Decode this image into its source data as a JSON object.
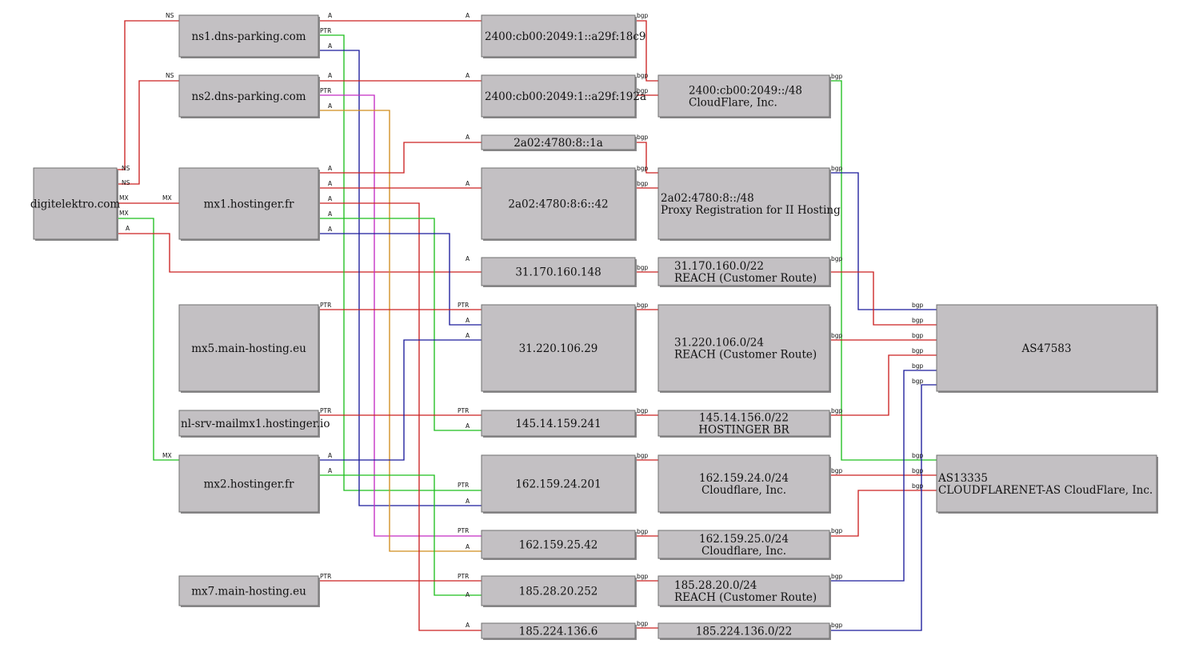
{
  "graph": {
    "colors": {
      "red": "#cc2222",
      "green": "#1fbf1f",
      "blue": "#1c1c9c",
      "magenta": "#c42cc4",
      "orange": "#d18d1f"
    },
    "nodes": [
      {
        "id": "digitelektro",
        "lines": [
          "digitelektro.com"
        ]
      },
      {
        "id": "ns1",
        "lines": [
          "ns1.dns-parking.com"
        ]
      },
      {
        "id": "ns2",
        "lines": [
          "ns2.dns-parking.com"
        ]
      },
      {
        "id": "mx1",
        "lines": [
          "mx1.hostinger.fr"
        ]
      },
      {
        "id": "mx5",
        "lines": [
          "mx5.main-hosting.eu"
        ]
      },
      {
        "id": "nlsrv",
        "lines": [
          "nl-srv-mailmx1.hostinger.io"
        ]
      },
      {
        "id": "mx2",
        "lines": [
          "mx2.hostinger.fr"
        ]
      },
      {
        "id": "mx7",
        "lines": [
          "mx7.main-hosting.eu"
        ]
      },
      {
        "id": "ip6a",
        "lines": [
          "2400:cb00:2049:1::a29f:18c9"
        ]
      },
      {
        "id": "ip6b",
        "lines": [
          "2400:cb00:2049:1::a29f:192a"
        ]
      },
      {
        "id": "ip6c",
        "lines": [
          "2a02:4780:8::1a"
        ]
      },
      {
        "id": "ip6d",
        "lines": [
          "2a02:4780:8:6::42"
        ]
      },
      {
        "id": "ip31a",
        "lines": [
          "31.170.160.148"
        ]
      },
      {
        "id": "ip31b",
        "lines": [
          "31.220.106.29"
        ]
      },
      {
        "id": "ip145",
        "lines": [
          "145.14.159.241"
        ]
      },
      {
        "id": "ip162a",
        "lines": [
          "162.159.24.201"
        ]
      },
      {
        "id": "ip162b",
        "lines": [
          "162.159.25.42"
        ]
      },
      {
        "id": "ip185a",
        "lines": [
          "185.28.20.252"
        ]
      },
      {
        "id": "ip185b",
        "lines": [
          "185.224.136.6"
        ]
      },
      {
        "id": "pfx2400",
        "lines": [
          "2400:cb00:2049::/48",
          "CloudFlare, Inc."
        ]
      },
      {
        "id": "pfx2a02",
        "lines": [
          "2a02:4780:8::/48",
          "Proxy Registration for II Hosting"
        ]
      },
      {
        "id": "pfx31a",
        "lines": [
          "31.170.160.0/22",
          "REACH (Customer Route)"
        ]
      },
      {
        "id": "pfx31b",
        "lines": [
          "31.220.106.0/24",
          "REACH (Customer Route)"
        ]
      },
      {
        "id": "pfx145",
        "lines": [
          "145.14.156.0/22",
          "HOSTINGER BR"
        ]
      },
      {
        "id": "pfx162a",
        "lines": [
          "162.159.24.0/24",
          "Cloudflare, Inc."
        ]
      },
      {
        "id": "pfx162b",
        "lines": [
          "162.159.25.0/24",
          "Cloudflare, Inc."
        ]
      },
      {
        "id": "pfx185a",
        "lines": [
          "185.28.20.0/24",
          "REACH (Customer Route)"
        ]
      },
      {
        "id": "pfx185b",
        "lines": [
          "185.224.136.0/22"
        ]
      },
      {
        "id": "as47583",
        "lines": [
          "AS47583"
        ]
      },
      {
        "id": "as13335",
        "lines": [
          "AS13335",
          "CLOUDFLARENET-AS CloudFlare, Inc."
        ]
      }
    ],
    "edge_labels": {
      "ns": "NS",
      "mx": "MX",
      "a": "A",
      "ptr": "PTR",
      "bgp": "bgp"
    }
  }
}
